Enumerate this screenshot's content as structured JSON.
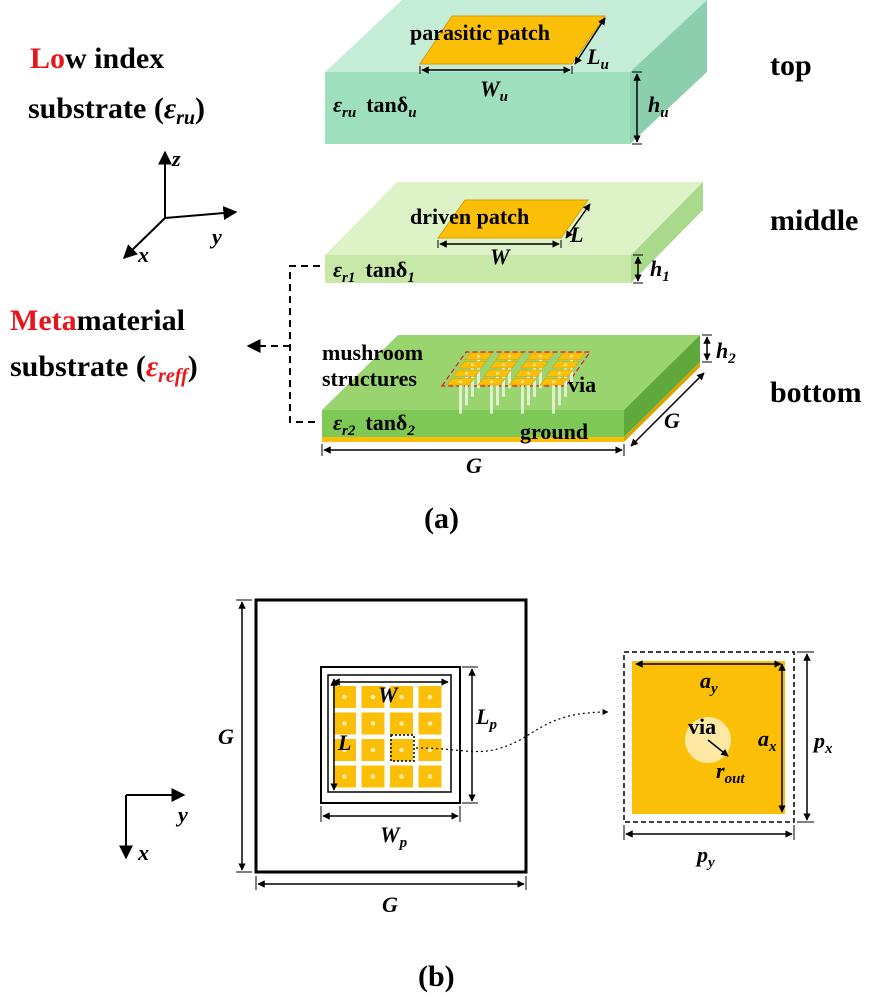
{
  "panel_a": {
    "caption": "(a)",
    "layers": {
      "top_label": "top",
      "middle_label": "middle",
      "bottom_label": "bottom"
    },
    "left_labels": {
      "low_index_red": "Lo",
      "low_index_rest": "w index",
      "low_index_line2": "substrate (",
      "low_index_eps": "ε",
      "low_index_sub": "ru",
      "low_index_close": ")",
      "meta_red": "Meta",
      "meta_rest": "material",
      "meta_line2": "substrate (",
      "meta_eps": "ε",
      "meta_sub": "reff",
      "meta_close": ")"
    },
    "axes": {
      "z": "z",
      "y": "y",
      "x": "x"
    },
    "top_layer": {
      "patch_label": "parasitic patch",
      "w_label": "W",
      "w_sub": "u",
      "l_label": "L",
      "l_sub": "u",
      "h_label": "h",
      "h_sub": "u",
      "eps": "ε",
      "eps_sub": "ru",
      "tan": "tanδ",
      "tan_sub": "u"
    },
    "middle_layer": {
      "patch_label": "driven patch",
      "w_label": "W",
      "l_label": "L",
      "h_label": "h",
      "h_sub": "1",
      "eps": "ε",
      "eps_sub": "r1",
      "tan": "tanδ",
      "tan_sub": "1"
    },
    "bottom_layer": {
      "mushroom_line1": "mushroom",
      "mushroom_line2": "structures",
      "via_label": "via",
      "ground_label": "ground",
      "g_side_label": "G",
      "g_front_label": "G",
      "h_label": "h",
      "h_sub": "2",
      "eps": "ε",
      "eps_sub": "r2",
      "tan": "tanδ",
      "tan_sub": "2"
    }
  },
  "panel_b": {
    "caption": "(b)",
    "axes": {
      "y": "y",
      "x": "x"
    },
    "g_left_label": "G",
    "g_bottom_label": "G",
    "w_label": "W",
    "l_label": "L",
    "lp_label": "L",
    "lp_sub": "p",
    "wp_label": "W",
    "wp_sub": "p",
    "grid_rows": 4,
    "grid_cols": 4,
    "unit_cell": {
      "ay_label": "a",
      "ay_sub": "y",
      "ax_label": "a",
      "ax_sub": "x",
      "px_label": "p",
      "px_sub": "x",
      "py_label": "p",
      "py_sub": "y",
      "via_label": "via",
      "rout_label": "r",
      "rout_sub": "out"
    }
  },
  "colors": {
    "top_substrate": "#9edfbe",
    "top_substrate_top": "#c4ecd6",
    "middle_substrate": "#c7e8a7",
    "middle_substrate_top": "#ddf2c6",
    "bottom_substrate": "#7ec956",
    "bottom_substrate_top": "#9ad46f",
    "patch": "#fcbf07",
    "accent_red": "#e8161c"
  }
}
